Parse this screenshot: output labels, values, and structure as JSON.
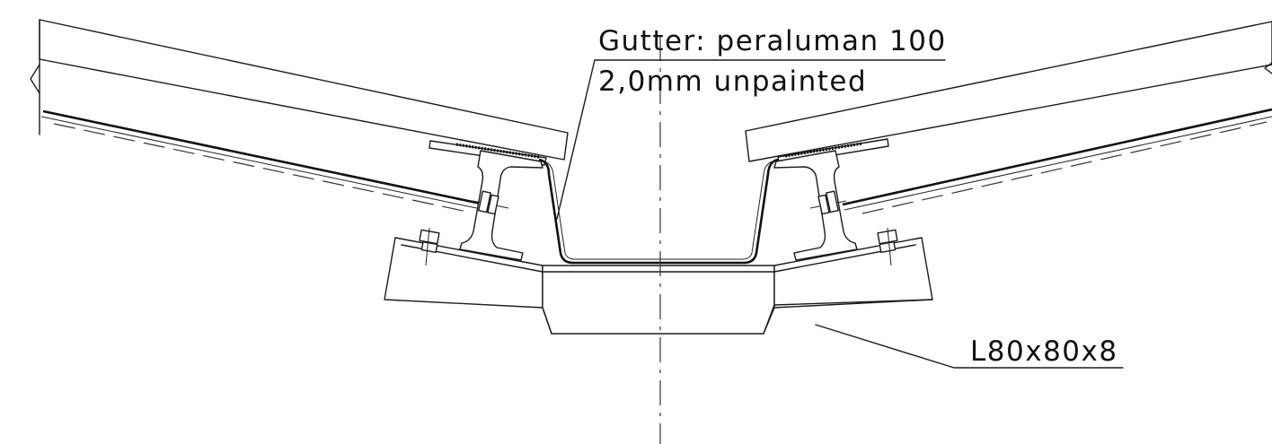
{
  "labels": {
    "gutter_line1": "Gutter: peraluman 100",
    "gutter_line2": "2,0mm unpainted",
    "angle": "L80x80x8"
  },
  "colors": {
    "line": "#1a1a1a",
    "background": "#ffffff"
  }
}
